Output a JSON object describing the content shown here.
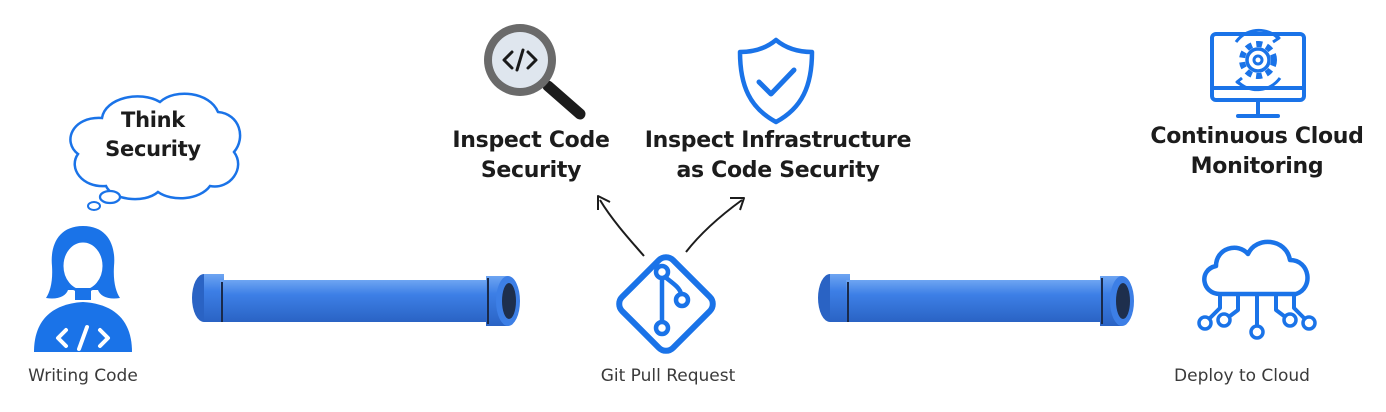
{
  "thought_bubble": {
    "line1": "Think",
    "line2": "Security"
  },
  "stages": {
    "writing_code": "Writing Code",
    "git_pull_request": "Git Pull Request",
    "deploy_to_cloud": "Deploy to Cloud"
  },
  "checks": {
    "code_security_line1": "Inspect Code",
    "code_security_line2": "Security",
    "iac_security_line1": "Inspect Infrastructure",
    "iac_security_line2": "as Code Security",
    "monitoring_line1": "Continuous Cloud",
    "monitoring_line2": "Monitoring"
  },
  "colors": {
    "accent_blue": "#1a73e8",
    "pipe_blue": "#3d7fe6",
    "text_dark": "#1c1c1c"
  },
  "icons": {
    "developer": "developer-code-icon",
    "magnifier": "code-magnifier-icon",
    "shield": "shield-check-icon",
    "git": "git-pull-request-icon",
    "monitor": "monitor-gear-icon",
    "cloud": "cloud-network-icon"
  }
}
